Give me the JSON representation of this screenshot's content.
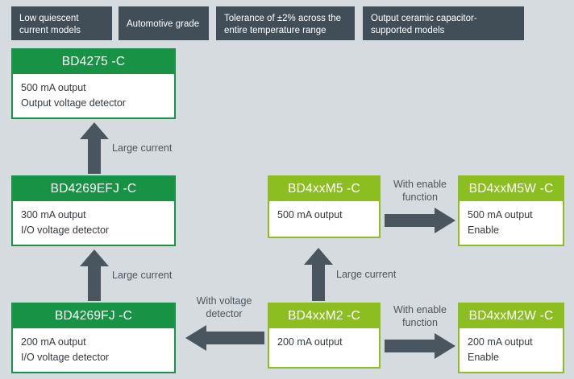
{
  "colors": {
    "background": "#d6dbdf",
    "banner": "#414e58",
    "dark_green": "#189245",
    "light_green": "#8cbe22",
    "arrow": "#4a565f",
    "body_text": "#333a40"
  },
  "features": [
    {
      "lines": [
        "Low quiescent",
        "current models"
      ]
    },
    {
      "lines": [
        "Automotive grade"
      ]
    },
    {
      "lines": [
        "Tolerance of ±2% across the",
        "entire temperature range"
      ]
    },
    {
      "lines": [
        "Output ceramic capacitor-",
        "supported models"
      ]
    }
  ],
  "products": [
    {
      "id": "bd4275-c",
      "title": "BD4275 -C",
      "specs": [
        "500 mA output",
        "Output voltage detector"
      ],
      "family": "dark"
    },
    {
      "id": "bd4269efj-c",
      "title": "BD4269EFJ -C",
      "specs": [
        "300 mA output",
        "I/O voltage detector"
      ],
      "family": "dark"
    },
    {
      "id": "bd4269fj-c",
      "title": "BD4269FJ -C",
      "specs": [
        "200 mA output",
        "I/O voltage detector"
      ],
      "family": "dark"
    },
    {
      "id": "bd4xxm5-c",
      "title": "BD4xxM5 -C",
      "specs": [
        "500 mA output"
      ],
      "family": "lite"
    },
    {
      "id": "bd4xxm5w-c",
      "title": "BD4xxM5W -C",
      "specs": [
        "500 mA output",
        "Enable"
      ],
      "family": "lite"
    },
    {
      "id": "bd4xxm2-c",
      "title": "BD4xxM2 -C",
      "specs": [
        "200 mA output"
      ],
      "family": "lite"
    },
    {
      "id": "bd4xxm2w-c",
      "title": "BD4xxM2W -C",
      "specs": [
        "200 mA output",
        "Enable"
      ],
      "family": "lite"
    }
  ],
  "relations": [
    {
      "id": "left-upper",
      "label_lines": [
        "Large current"
      ],
      "direction": "up"
    },
    {
      "id": "left-lower",
      "label_lines": [
        "Large current"
      ],
      "direction": "up"
    },
    {
      "id": "mid-vertical",
      "label_lines": [
        "Large current"
      ],
      "direction": "up"
    },
    {
      "id": "m5-enable",
      "label_lines": [
        "With enable",
        "function"
      ],
      "direction": "right"
    },
    {
      "id": "m2-enable",
      "label_lines": [
        "With enable",
        "function"
      ],
      "direction": "right"
    },
    {
      "id": "m2-detector",
      "label_lines": [
        "With voltage",
        "detector"
      ],
      "direction": "left"
    }
  ]
}
